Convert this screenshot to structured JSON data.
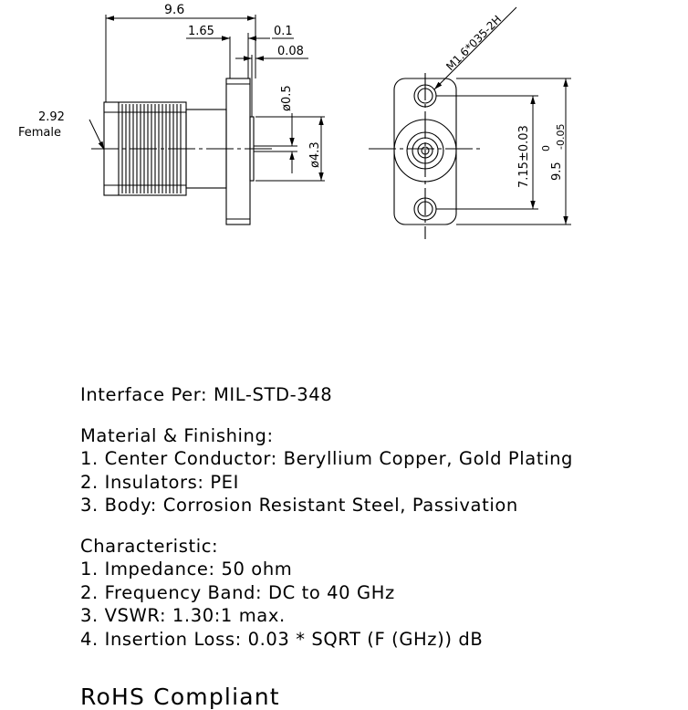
{
  "dimensions": {
    "overall_length": "9.6",
    "flange_offset": "1.65",
    "pin_recess": "0.1",
    "pin_recess_2": "0.08",
    "pin_diameter": "ø0.5",
    "insulator_diameter": "ø4.3",
    "hole_spacing": "7.15±0.03",
    "flange_height": "9.5",
    "flange_height_tol_upper": "0",
    "flange_height_tol_lower": "-0.05",
    "thread_spec": "M1.6*035-2H",
    "interface_size": "2.92",
    "interface_gender": "Female"
  },
  "notes": {
    "interface": "Interface Per: MIL-STD-348",
    "material_heading": "Material & Finishing:",
    "material_items": [
      "1. Center Conductor: Beryllium Copper, Gold Plating",
      "2. Insulators: PEI",
      "3. Body: Corrosion Resistant Steel, Passivation"
    ],
    "characteristic_heading": "Characteristic:",
    "characteristic_items": [
      "1. Impedance: 50 ohm",
      "2. Frequency Band: DC to 40 GHz",
      "3. VSWR: 1.30:1 max.",
      "4. Insertion Loss: 0.03 * SQRT (F (GHz)) dB"
    ],
    "rohs": "RoHS Compliant"
  }
}
